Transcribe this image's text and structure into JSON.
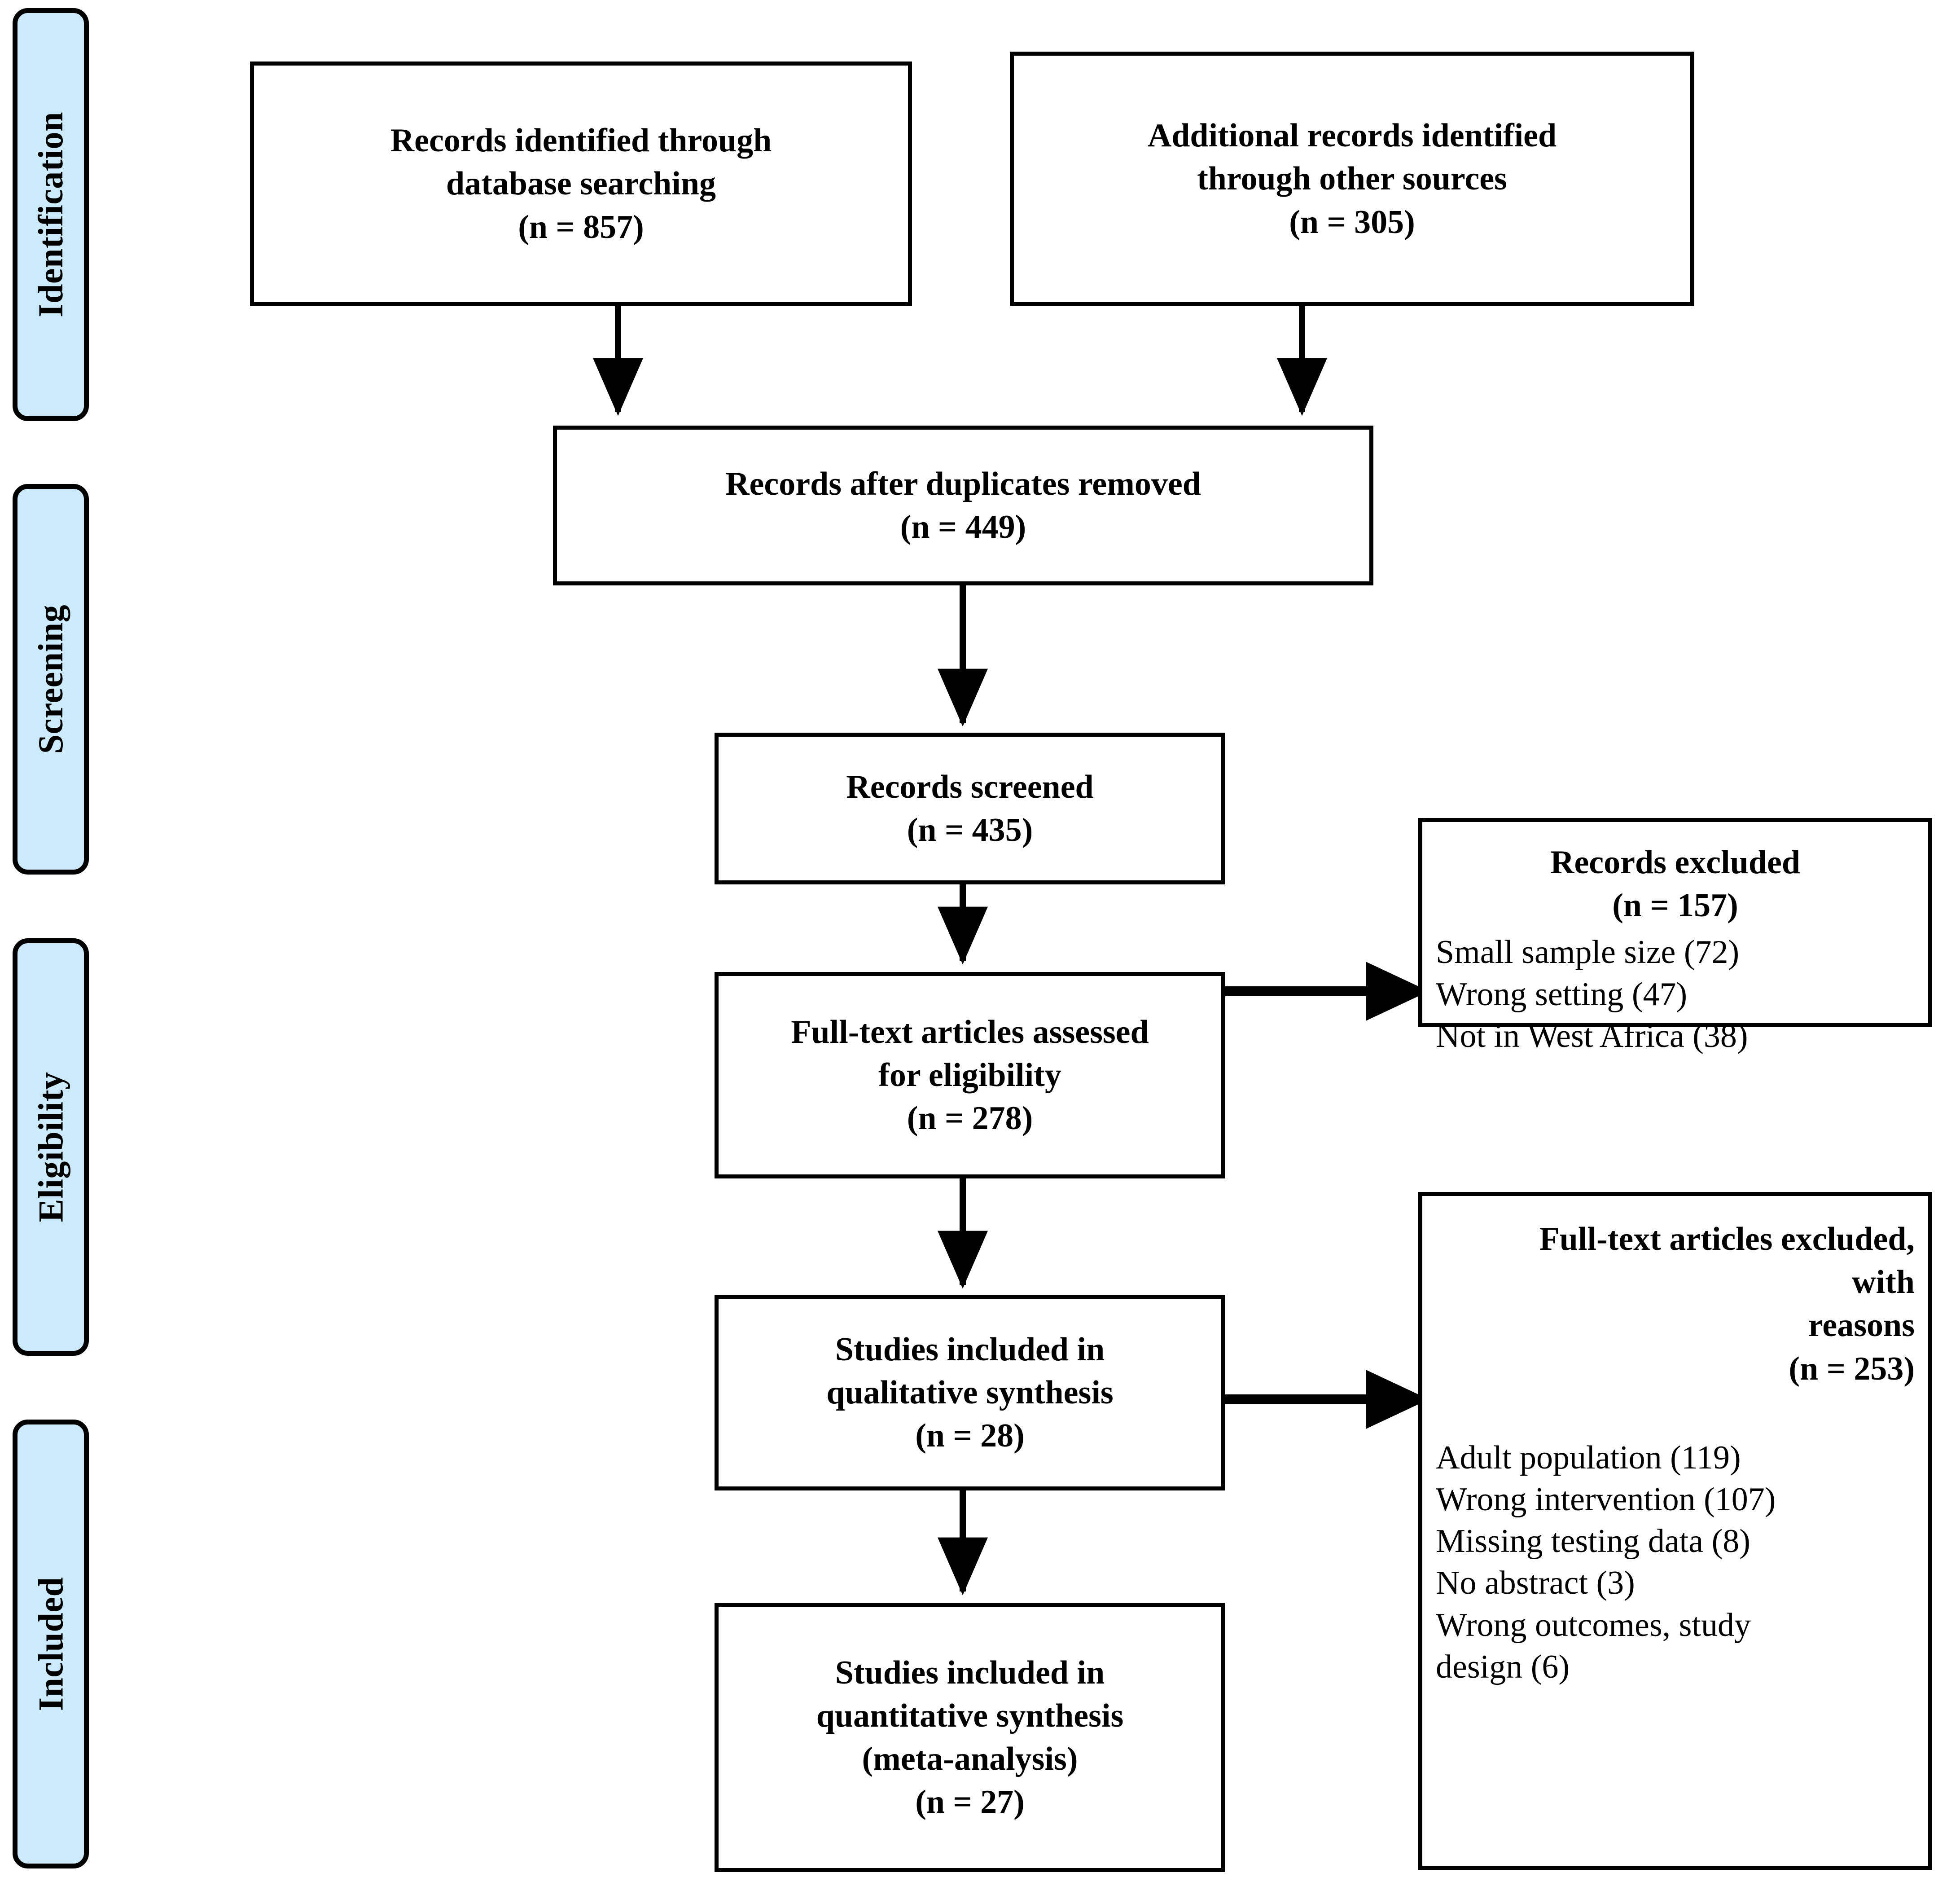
{
  "diagram": {
    "type": "prisma-flow-diagram",
    "accent_color": "#cdeafb",
    "line_color": "#000000",
    "background": "#ffffff",
    "phases": [
      {
        "label": "Identification"
      },
      {
        "label": "Screening"
      },
      {
        "label": "Eligibility"
      },
      {
        "label": "Included"
      }
    ],
    "boxes": {
      "db_search": {
        "line1": "Records identified through",
        "line2": "database searching",
        "line3": "(n = 857)"
      },
      "other_sources": {
        "line1": "Additional records identified",
        "line2": "through other sources",
        "line3": "(n = 305)"
      },
      "after_duplicates": {
        "line1": "Records after duplicates removed",
        "line2": "(n = 449)"
      },
      "screened": {
        "line1": "Records screened",
        "line2": "(n = 435)"
      },
      "fulltext_assessed": {
        "line1": "Full-text articles assessed",
        "line2": "for eligibility",
        "line3": "(n = 278)"
      },
      "qualitative": {
        "line1": "Studies included in",
        "line2": "qualitative synthesis",
        "line3": "(n = 28)"
      },
      "quantitative": {
        "line1": "Studies included in",
        "line2": "quantitative synthesis",
        "line3": "(meta-analysis)",
        "line4": "(n = 27)"
      },
      "records_excluded": {
        "heading": "Records excluded",
        "count": "(n = 157)",
        "reasons": [
          "Small sample size (72)",
          "Wrong setting (47)",
          "Not in West Africa (38)"
        ]
      },
      "fulltext_excluded": {
        "heading_line1": "Full-text articles excluded,",
        "heading_line2": "with",
        "heading_line3": "reasons",
        "count": "(n = 253)",
        "reasons": [
          "Adult population (119)",
          "Wrong intervention (107)",
          "Missing testing data (8)",
          "No abstract (3)",
          "Wrong outcomes, study",
          "design (6)"
        ]
      }
    }
  }
}
